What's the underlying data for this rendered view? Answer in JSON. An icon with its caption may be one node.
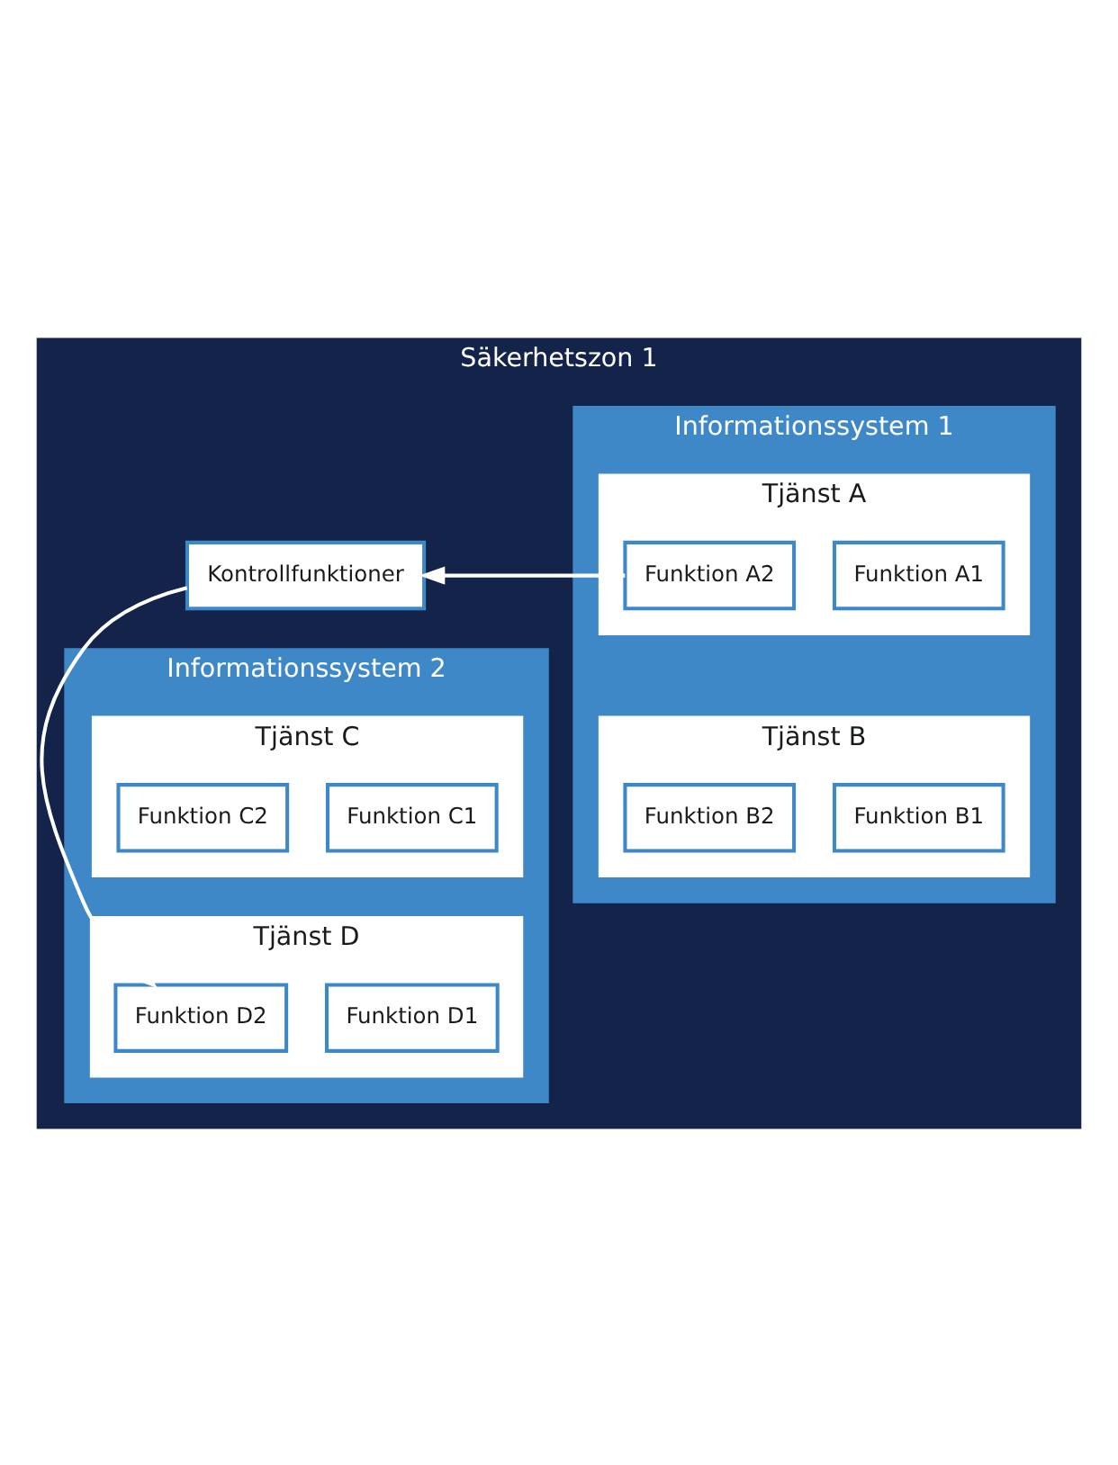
{
  "diagram": {
    "nodes": [
      {
        "text": [
          "Säkerhetszon 1"
        ]
      },
      {
        "text": [
          "Informationssystem 1"
        ],
        "in": 0
      },
      {
        "text": [
          "Tjänst A"
        ],
        "in": 1
      },
      {
        "text": [
          "Funktion A1"
        ],
        "in": 2
      },
      {
        "text": [
          "Funktion A2"
        ],
        "in": 2
      },
      {
        "text": [
          "Tjänst B"
        ],
        "in": 1
      },
      {
        "text": [
          "Funktion B1"
        ],
        "in": 5
      },
      {
        "text": [
          "Funktion B2"
        ],
        "in": 5
      },
      {
        "text": [
          "Informationssystem 2"
        ],
        "in": 0
      },
      {
        "text": [
          "Tjänst C"
        ],
        "in": 8
      },
      {
        "text": [
          "Funktion C1"
        ],
        "in": 9
      },
      {
        "text": [
          "Funktion C2"
        ],
        "in": 9
      },
      {
        "text": [
          "Tjänst D"
        ],
        "in": 8
      },
      {
        "text": [
          "Funktion D1"
        ],
        "in": 12
      },
      {
        "text": [
          "Funktion D2"
        ],
        "in": 12
      },
      {
        "text": [
          "Kontrollfunktioner"
        ],
        "in": 0
      }
    ],
    "edges": [
      {
        "from": 4,
        "to": 15,
        "arrow": "to"
      },
      {
        "from": 15,
        "to": 14,
        "arrow": "to"
      }
    ]
  }
}
